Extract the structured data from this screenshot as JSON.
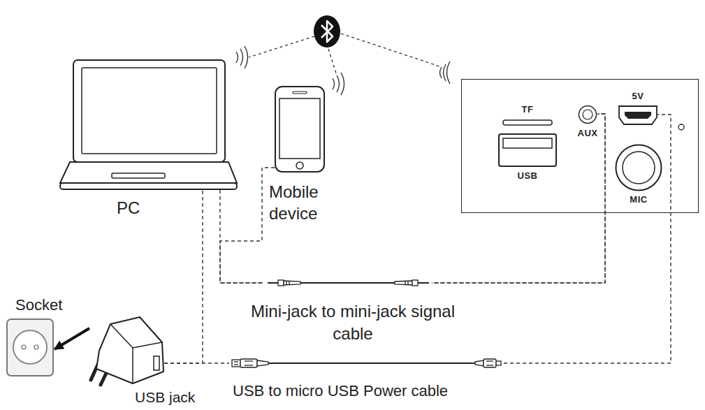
{
  "diagram": {
    "nodes": [
      {
        "text": [
          "PC"
        ]
      },
      {
        "text": [
          "Mobile device"
        ]
      },
      {
        "text": []
      },
      {
        "text": [
          "TF"
        ],
        "in": 2
      },
      {
        "text": [
          "USB"
        ],
        "in": 2
      },
      {
        "text": [
          "AUX"
        ],
        "in": 2
      },
      {
        "text": [
          "5V"
        ],
        "in": 2
      },
      {
        "text": [
          "MIC"
        ],
        "in": 2
      },
      {
        "text": [
          "Socket"
        ]
      },
      {
        "text": [
          "USB jack"
        ]
      }
    ],
    "edges": [
      {
        "from": 0,
        "to": 5,
        "arrow": "none",
        "label": "Mini-jack to mini-jack signal cable"
      },
      {
        "from": 1,
        "to": 5,
        "arrow": "none"
      },
      {
        "from": 9,
        "to": 6,
        "arrow": "none",
        "label": "USB to micro USB Power cable"
      },
      {
        "from": 9,
        "to": 0,
        "arrow": "none"
      },
      {
        "from": 9,
        "to": 8,
        "arrow": "to"
      }
    ]
  }
}
